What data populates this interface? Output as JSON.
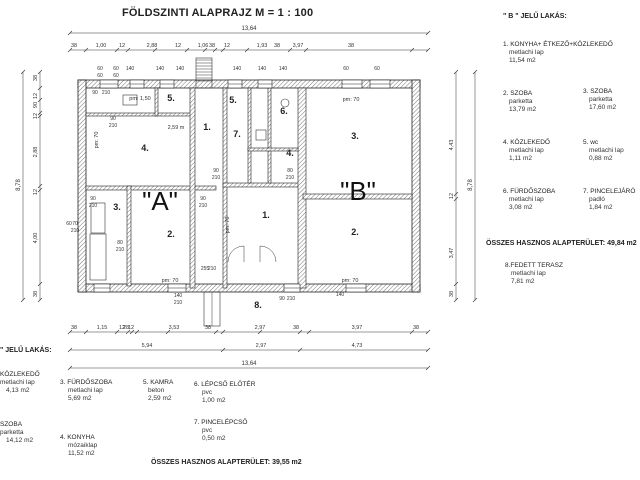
{
  "title": "FÖLDSZINTI ALAPRAJZ M = 1 : 100",
  "apartment_b": {
    "header": "\" B \" JELŰ LAKÁS:",
    "rooms": [
      {
        "name": "1. KONYHA+ ÉTKEZŐ+KÖZLEKEDŐ",
        "floor": "metlachi lap",
        "area": "11,54 m2"
      },
      {
        "name": "2. SZOBA",
        "floor": "parketta",
        "area": "13,79 m2"
      },
      {
        "name": "3. SZOBA",
        "floor": "parketta",
        "area": "17,60 m2"
      },
      {
        "name": "4. KÖZLEKEDŐ",
        "floor": "metlachi lap",
        "area": "1,11 m2"
      },
      {
        "name": "5. wc",
        "floor": "metlachi lap",
        "area": "0,88 m2"
      },
      {
        "name": "6. FÜRDŐSZOBA",
        "floor": "metlachi lap",
        "area": "3,08 m2"
      },
      {
        "name": "7. PINCELEJÁRÓ",
        "floor": "padló",
        "area": "1,84 m2"
      }
    ],
    "total": "ÖSSZES HASZNOS ALAPTERÜLET: 49,84 m2",
    "terrace": {
      "name": "8.FEDETT TERASZ",
      "floor": "metlachi lap",
      "area": "7,81 m2"
    }
  },
  "apartment_a": {
    "header": "\" JELŰ LAKÁS:",
    "rooms": [
      {
        "name": "KÖZLEKEDŐ",
        "floor": "metlachi lap",
        "area": "4,13 m2"
      },
      {
        "name": "3. FÜRDŐSZOBA",
        "floor": "metlachi lap",
        "area": "5,69 m2"
      },
      {
        "name": "5. KAMRA",
        "floor": "beton",
        "area": "2,59 m2"
      },
      {
        "name": "6. LÉPCSŐ ELŐTÉR",
        "floor": "pvc",
        "area": "1,00 m2"
      },
      {
        "name": "SZOBA",
        "floor": "parketta",
        "area": "14,12 m2"
      },
      {
        "name": "4. KONYHA",
        "floor": "mózaiklap",
        "area": "11,52 m2"
      },
      {
        "name": "7. PINCELÉPCSŐ",
        "floor": "pvc",
        "area": "0,50 m2"
      }
    ],
    "total": "ÖSSZES HASZNOS ALAPTERÜLET: 39,55 m2"
  },
  "plan": {
    "big_labels": [
      "\"A\"",
      "\"B\""
    ],
    "room_numbers": [
      "5.",
      "4.",
      "1.",
      "3.",
      "2.",
      "7.",
      "6.",
      "4.",
      "5.",
      "1.",
      "3.",
      "2.",
      "8."
    ],
    "annotations": [
      "pm: 1,50",
      "pm: 70",
      "pm: 70",
      "pm: 70",
      "pm: 70",
      "2,59 m",
      "pm: 70"
    ],
    "top_dims_1": [
      "38",
      "1,00",
      "12",
      "2,88",
      "12",
      "1,06",
      "38",
      "12",
      "1,93",
      "38",
      "3,97",
      "38"
    ],
    "top_total": "13,64",
    "bottom_dims_1": [
      "38",
      "1,15",
      "12",
      "28",
      "12",
      "3,53",
      "38",
      "2,97",
      "38",
      "3,97",
      "38"
    ],
    "bottom_dims_2": [
      "5,94",
      "2,97",
      "4,73"
    ],
    "bottom_total": "13,64",
    "left_dims": [
      "38",
      "12",
      "90",
      "12",
      "2,88",
      "12",
      "4,00",
      "38"
    ],
    "left_total": "8,78",
    "right_dims": [
      "4,43",
      "12",
      "3,47",
      "38"
    ],
    "right_total": "8,78",
    "opening_labels": [
      "60",
      "60",
      "60",
      "60",
      "140",
      "140",
      "140",
      "140",
      "140",
      "140",
      "60",
      "60",
      "90",
      "210",
      "90",
      "210",
      "90",
      "210",
      "140",
      "210",
      "90",
      "210",
      "90",
      "210",
      "80",
      "210",
      "140",
      "70",
      "210",
      "60",
      "90",
      "210",
      "80",
      "210",
      "255",
      "210"
    ]
  }
}
